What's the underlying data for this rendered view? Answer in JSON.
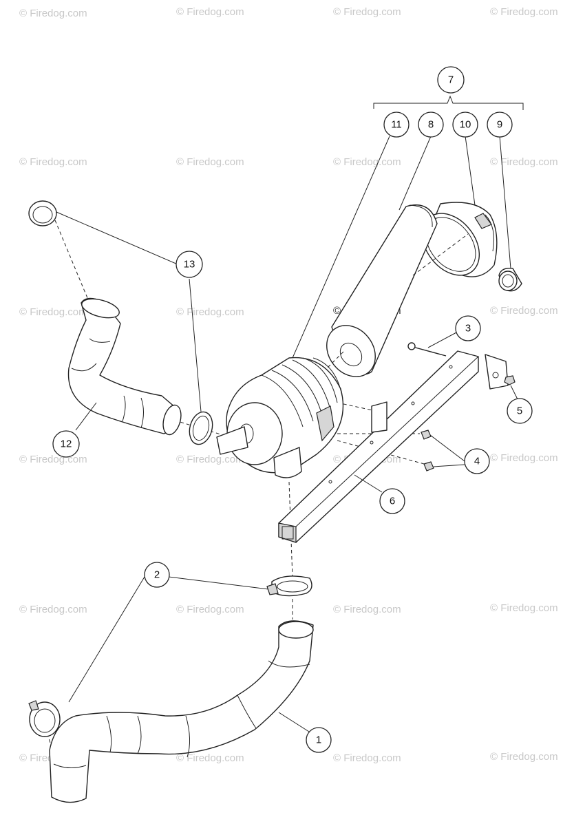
{
  "watermark_text": "© Firedog.com",
  "center_watermark_text": "© Firedog.com",
  "callouts": [
    "1",
    "2",
    "3",
    "4",
    "5",
    "6",
    "7",
    "8",
    "9",
    "10",
    "11",
    "12",
    "13"
  ],
  "colors": {
    "line": "#222222",
    "watermark": "#c8c8c8",
    "shade": "#d6d6d6"
  }
}
